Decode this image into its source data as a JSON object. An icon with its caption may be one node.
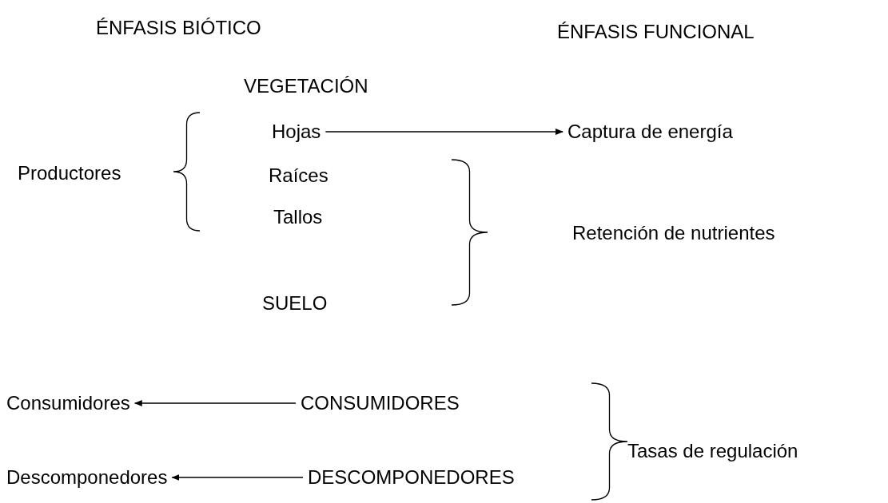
{
  "diagram": {
    "nodes": [
      {
        "text": [
          "Hojas"
        ]
      },
      {
        "text": [
          "Captura de energía"
        ]
      },
      {
        "text": [
          "CONSUMIDORES"
        ]
      },
      {
        "text": [
          "Consumidores"
        ]
      },
      {
        "text": [
          "DESCOMPONEDORES"
        ]
      },
      {
        "text": [
          "Descomponedores"
        ]
      }
    ],
    "edges": [
      {
        "from": 0,
        "to": 1,
        "arrow": "to"
      },
      {
        "from": 2,
        "to": 3,
        "arrow": "to"
      },
      {
        "from": 4,
        "to": 5,
        "arrow": "to"
      }
    ],
    "labels": [
      "ÉNFASIS BIÓTICO",
      "ÉNFASIS FUNCIONAL",
      "VEGETACIÓN",
      "Productores",
      "Raíces",
      "Tallos",
      "Retención de nutrientes",
      "SUELO",
      "Tasas de regulación"
    ]
  }
}
